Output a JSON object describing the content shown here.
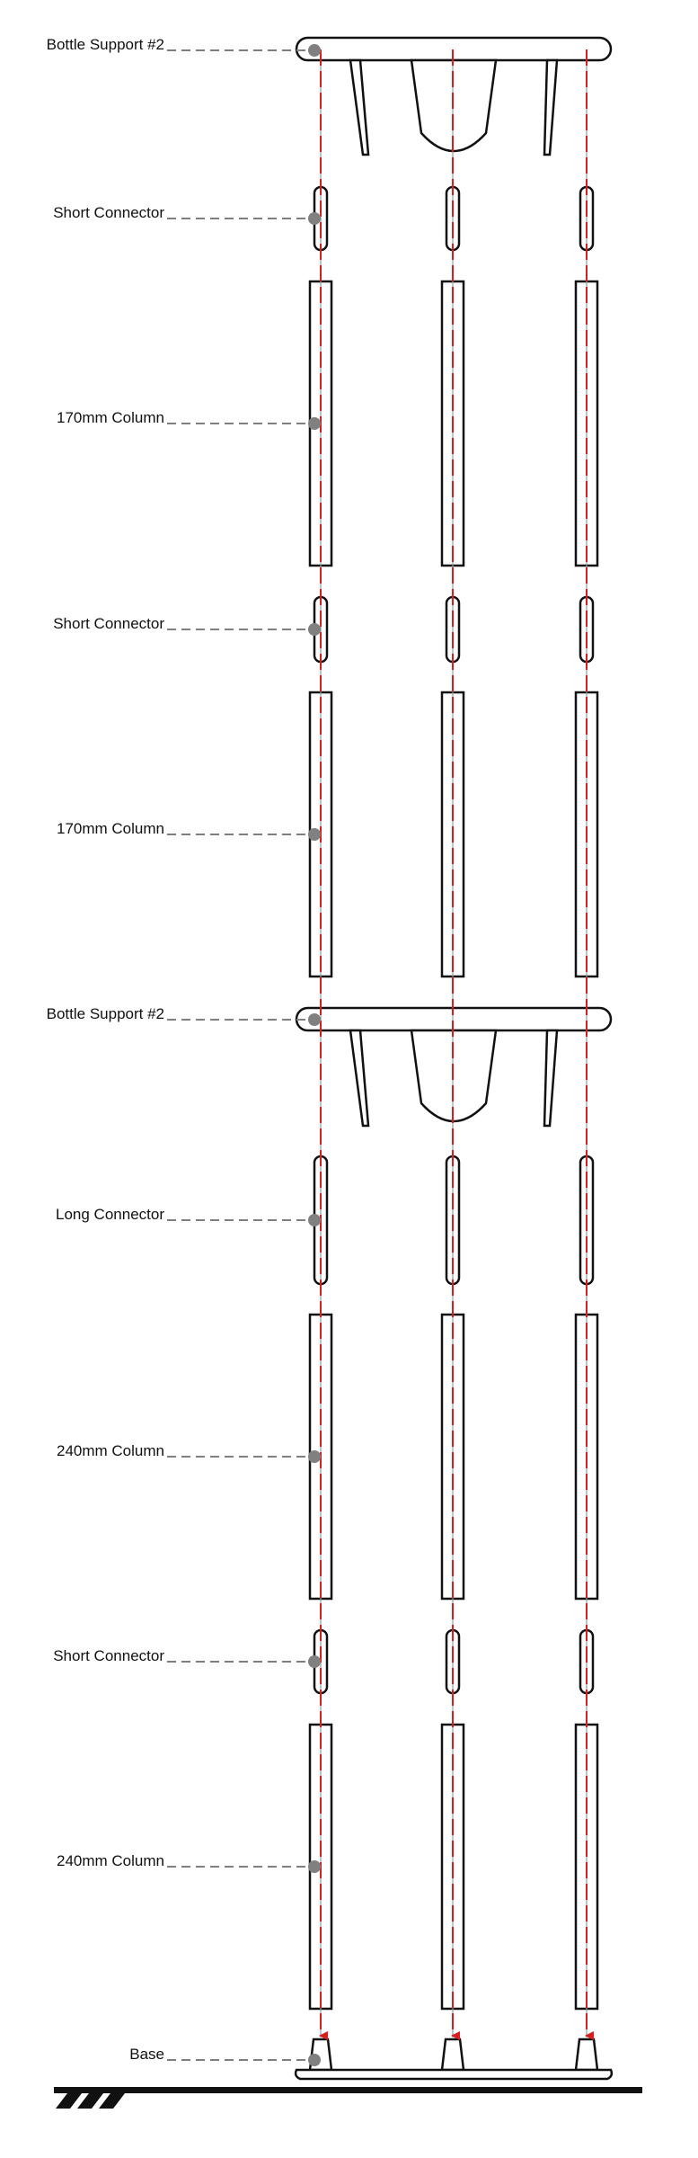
{
  "labels": [
    {
      "text": "Bottle Support #2"
    },
    {
      "text": "Short Connector"
    },
    {
      "text": "170mm Column"
    },
    {
      "text": "Short Connector"
    },
    {
      "text": "170mm Column"
    },
    {
      "text": "Bottle Support #2"
    },
    {
      "text": "Long Connector"
    },
    {
      "text": "240mm Column"
    },
    {
      "text": "Short Connector"
    },
    {
      "text": "240mm Column"
    },
    {
      "text": "Base"
    }
  ],
  "colors": {
    "outline": "#111111",
    "axis": "#d81e1e",
    "leader": "#808080",
    "ground": "#111111"
  }
}
